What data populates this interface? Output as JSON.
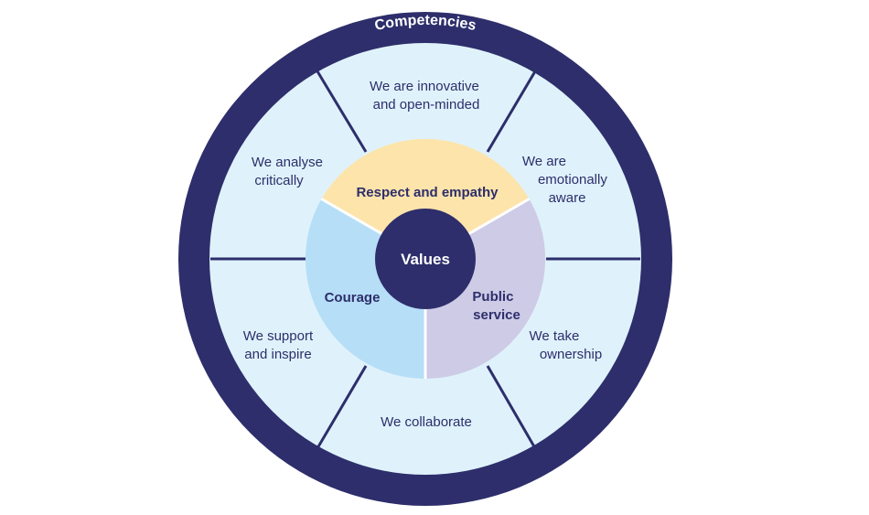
{
  "colors": {
    "outer_ring": "#2d2e6b",
    "competency_fill": "#dff2fb",
    "divider": "#2d2e6b",
    "respect": "#fde4ab",
    "courage": "#b6def7",
    "public_service": "#cdcbe6",
    "values_center": "#2d2e6b",
    "text": "#2d2e6b"
  },
  "ring_title": "Competencies",
  "center_label": "Values",
  "values": [
    {
      "id": "respect",
      "lines": [
        "Respect and empathy"
      ]
    },
    {
      "id": "courage",
      "lines": [
        "Courage"
      ]
    },
    {
      "id": "public_service",
      "lines": [
        "Public",
        "service"
      ]
    }
  ],
  "competencies": [
    {
      "id": "innovative",
      "lines": [
        "We are innovative",
        "and open-minded"
      ]
    },
    {
      "id": "emotionally_aware",
      "lines": [
        "We are",
        "emotionally",
        "aware"
      ]
    },
    {
      "id": "ownership",
      "lines": [
        "We take",
        "ownership"
      ]
    },
    {
      "id": "collaborate",
      "lines": [
        "We collaborate"
      ]
    },
    {
      "id": "support",
      "lines": [
        "We support",
        "and inspire"
      ]
    },
    {
      "id": "analyse",
      "lines": [
        "We analyse",
        "critically"
      ]
    }
  ]
}
